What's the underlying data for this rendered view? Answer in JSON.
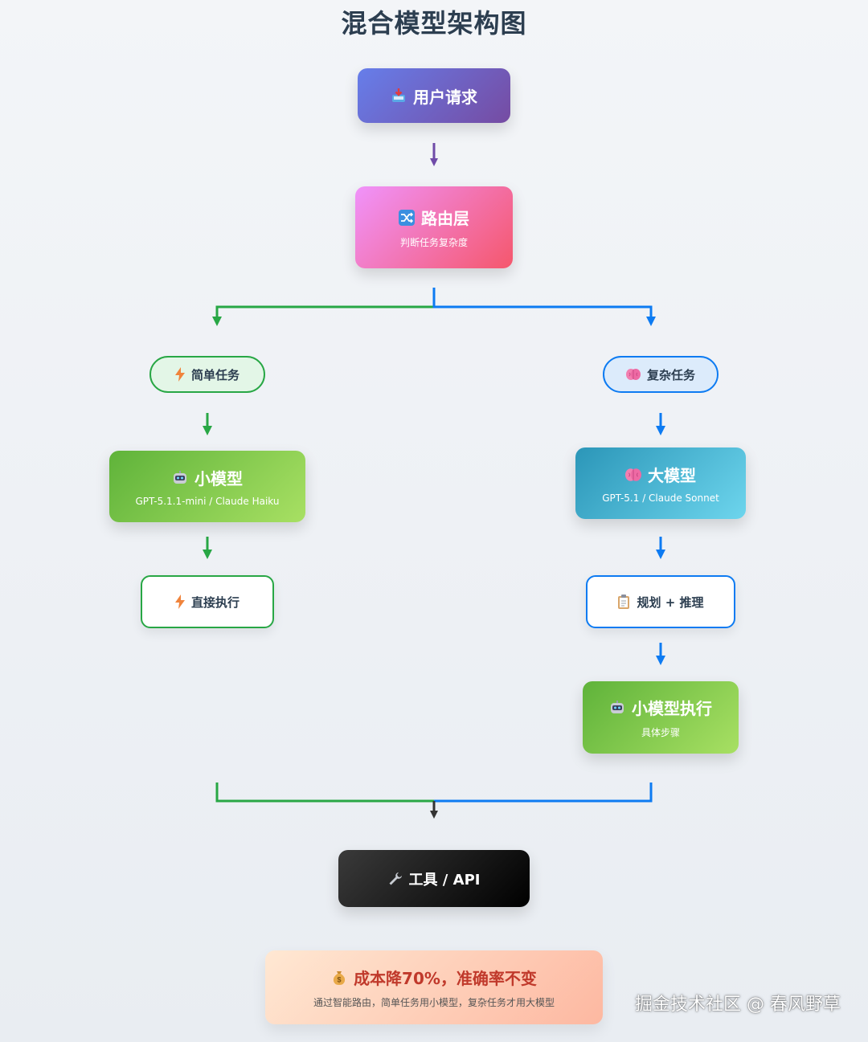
{
  "title": "混合模型架构图",
  "nodes": {
    "user_request": {
      "label": "用户请求",
      "icon": "inbox-tray-icon"
    },
    "router": {
      "label": "路由层",
      "sub": "判断任务复杂度",
      "icon": "shuffle-icon"
    },
    "simple_task": {
      "label": "简单任务",
      "icon": "lightning-icon"
    },
    "complex_task": {
      "label": "复杂任务",
      "icon": "brain-icon"
    },
    "small_model": {
      "label": "小模型",
      "sub": "GPT-5.1.1-mini / Claude Haiku",
      "icon": "robot-icon"
    },
    "large_model": {
      "label": "大模型",
      "sub": "GPT-5.1 / Claude Sonnet",
      "icon": "brain-icon"
    },
    "direct_exec": {
      "label": "直接执行",
      "icon": "lightning-icon"
    },
    "plan_reason": {
      "label": "规划 + 推理",
      "icon": "clipboard-icon"
    },
    "small_exec": {
      "label": "小模型执行",
      "sub": "具体步骤",
      "icon": "robot-icon"
    },
    "tools_api": {
      "label": "工具 / API",
      "icon": "wrench-icon"
    },
    "summary": {
      "label": "成本降70%，准确率不变",
      "sub": "通过智能路由，简单任务用小模型，复杂任务才用大模型",
      "icon": "money-bag-icon"
    }
  },
  "watermark": "掘金技术社区 @ 春风野草",
  "colors": {
    "green": "#28a745",
    "blue": "#0d7bf2",
    "purple": "#6f4ba8",
    "dark": "#333333"
  }
}
